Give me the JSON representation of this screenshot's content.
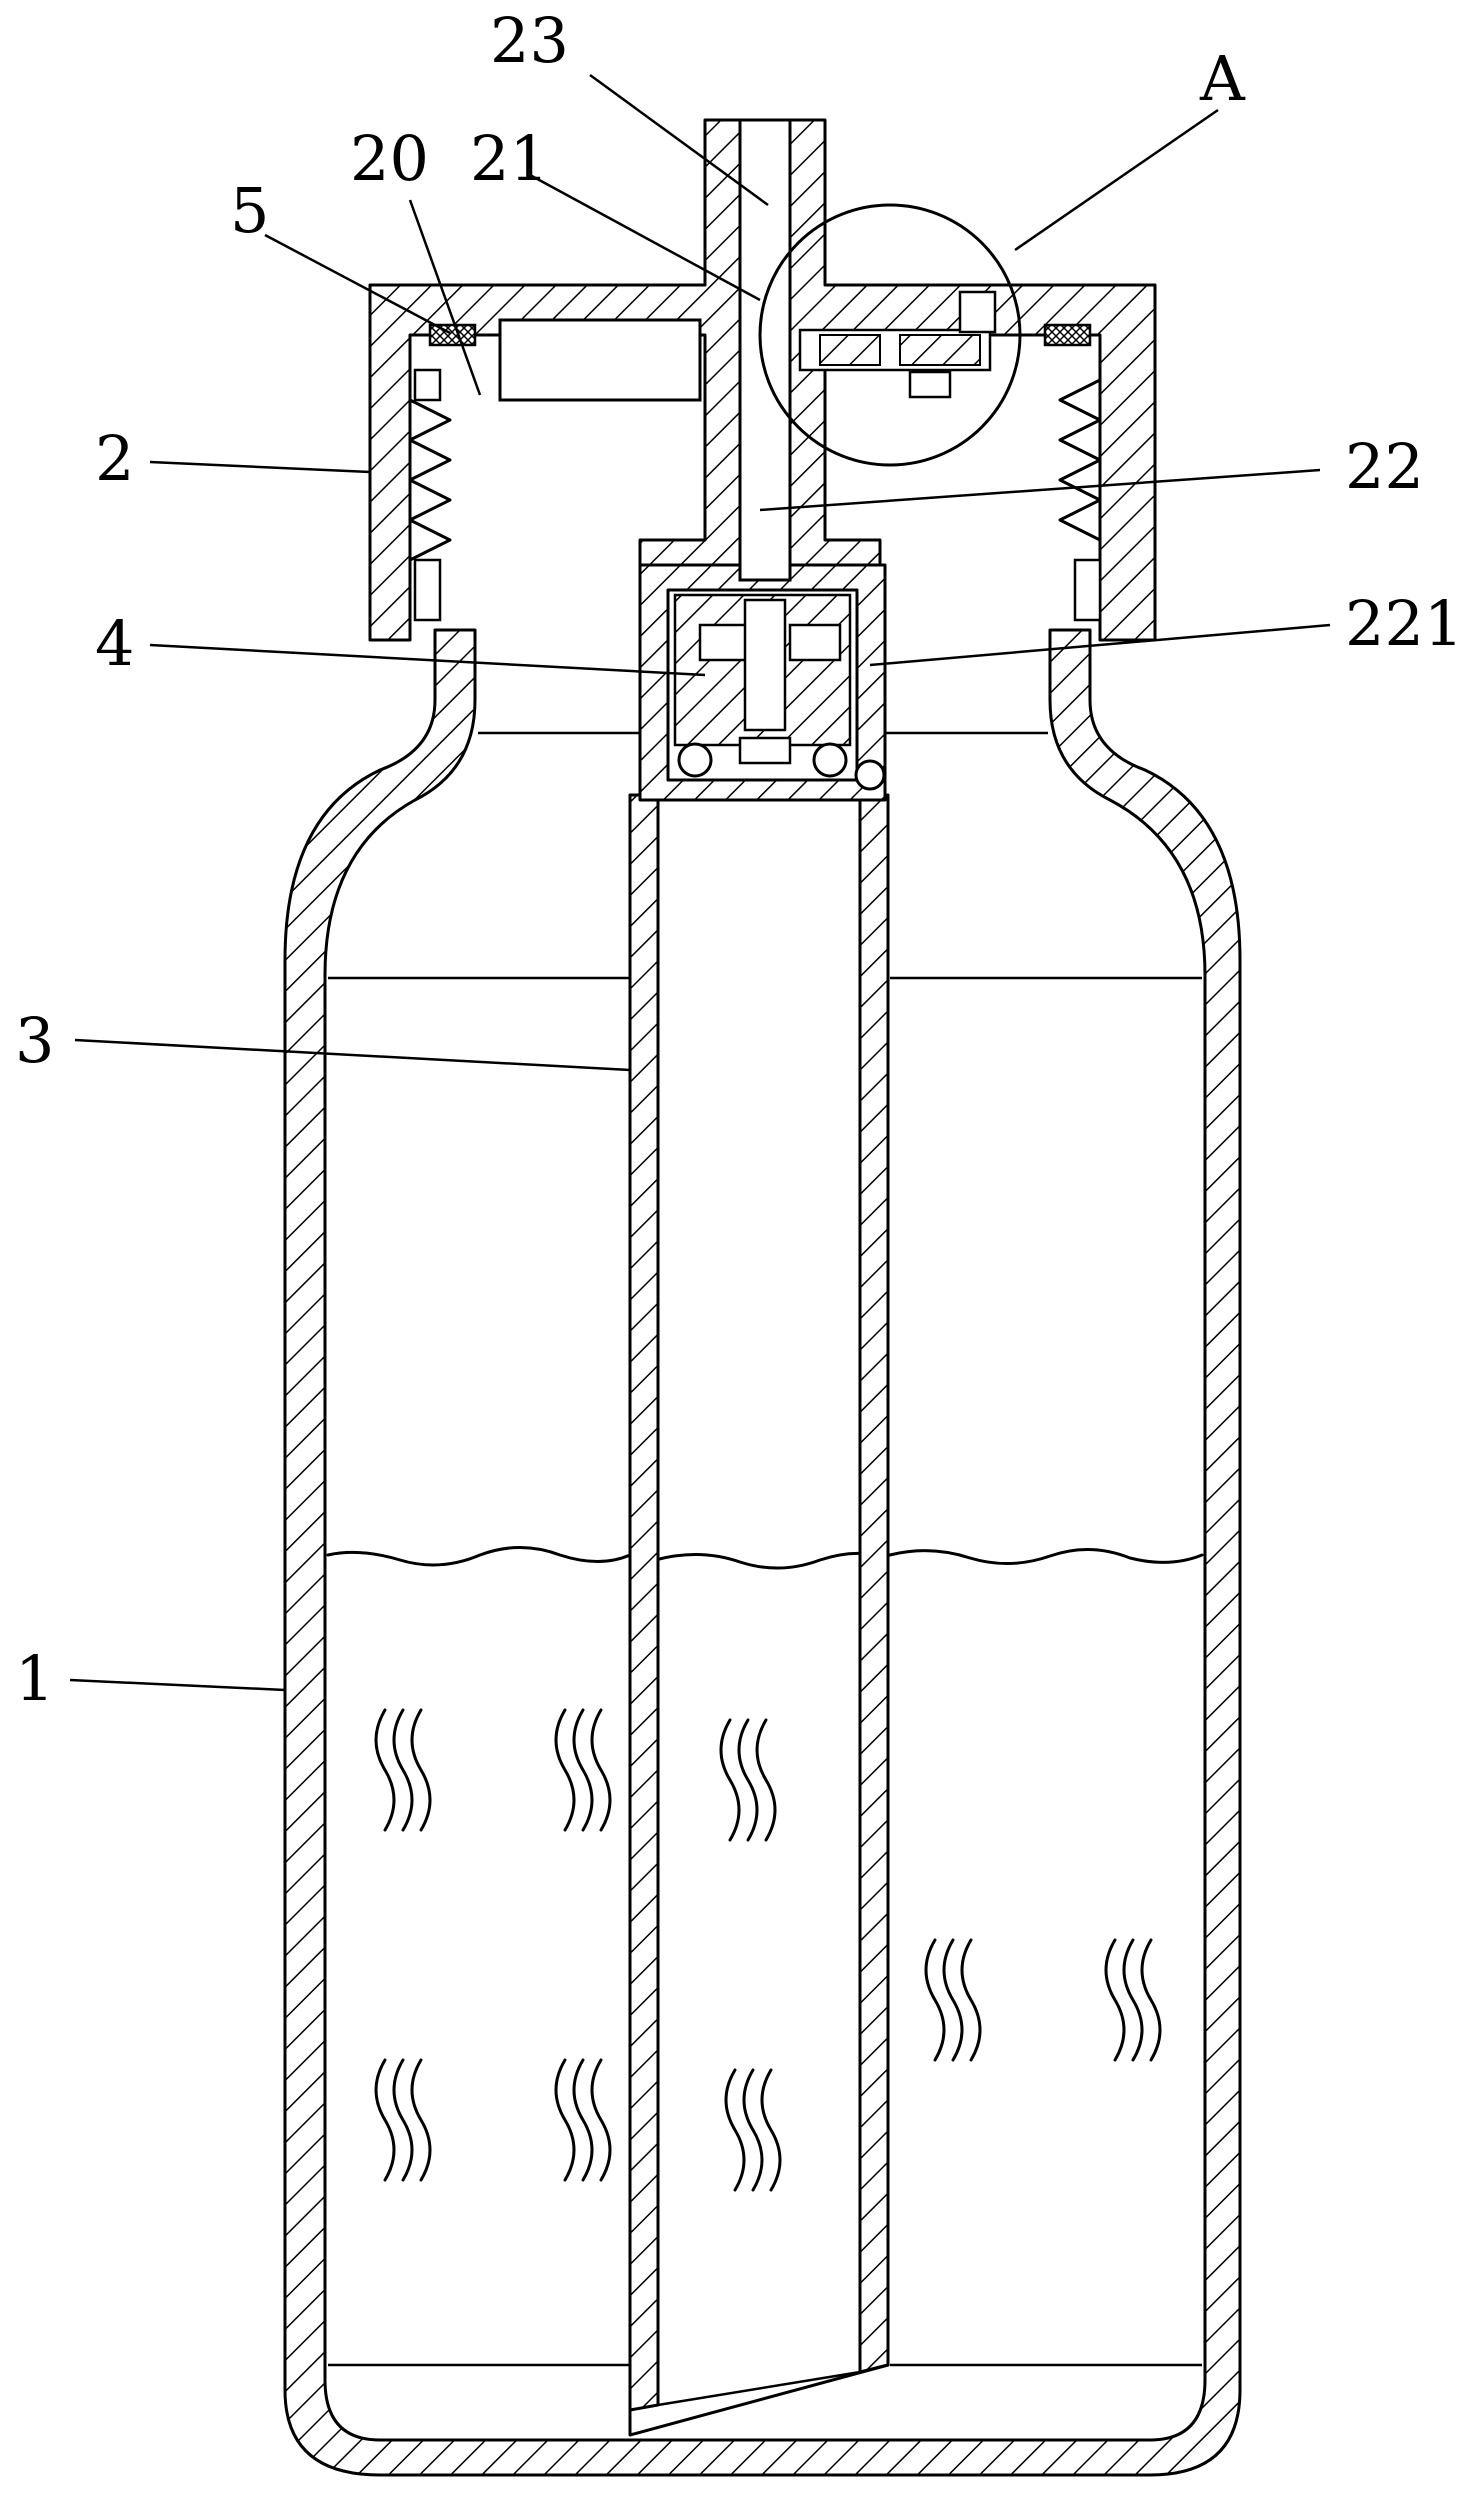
{
  "figure": {
    "labels": [
      {
        "id": "23",
        "text": "23"
      },
      {
        "id": "A",
        "text": "A"
      },
      {
        "id": "20",
        "text": "20"
      },
      {
        "id": "21",
        "text": "21"
      },
      {
        "id": "5",
        "text": "5"
      },
      {
        "id": "2",
        "text": "2"
      },
      {
        "id": "22",
        "text": "22"
      },
      {
        "id": "4",
        "text": "4"
      },
      {
        "id": "221",
        "text": "221"
      },
      {
        "id": "3",
        "text": "3"
      },
      {
        "id": "1",
        "text": "1"
      }
    ]
  }
}
